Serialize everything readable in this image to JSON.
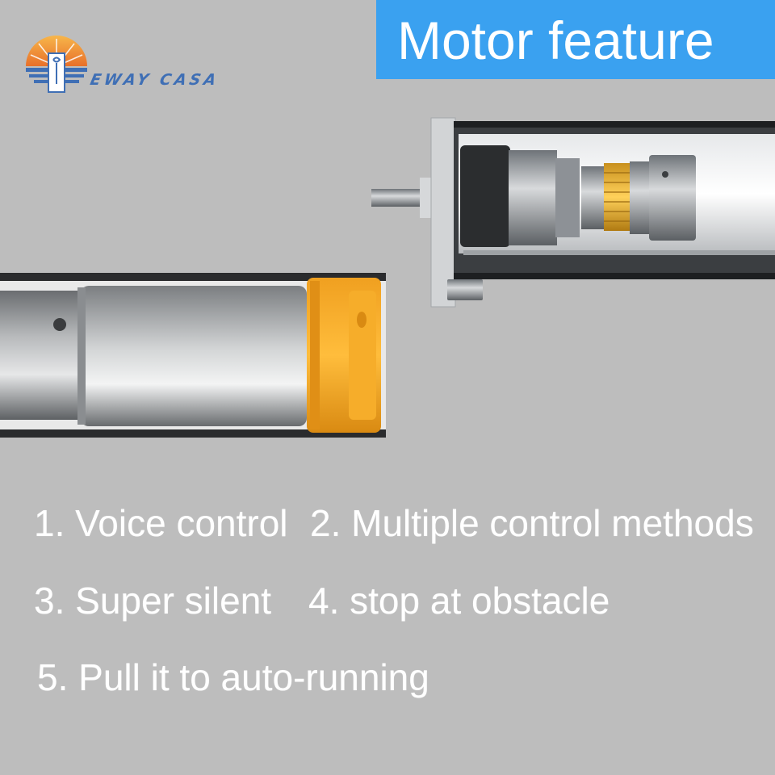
{
  "brand": {
    "name": "EWAY CASA",
    "logo_icon": "sunrise-house-logo-icon",
    "colors": {
      "sun": "#f29a2e",
      "blue": "#3f6fb5"
    }
  },
  "title": "Motor feature",
  "colors": {
    "banner": "#3aa1f0",
    "background": "#bdbdbd",
    "text": "#ffffff",
    "motor_head": "#f5a623"
  },
  "images": {
    "internal": "motor-internal-cutaway-image",
    "tube": "tubular-motor-image"
  },
  "features": [
    "1. Voice control",
    "2. Multiple control methods",
    "3. Super silent",
    "4. stop at obstacle",
    "5. Pull it to auto-running"
  ]
}
